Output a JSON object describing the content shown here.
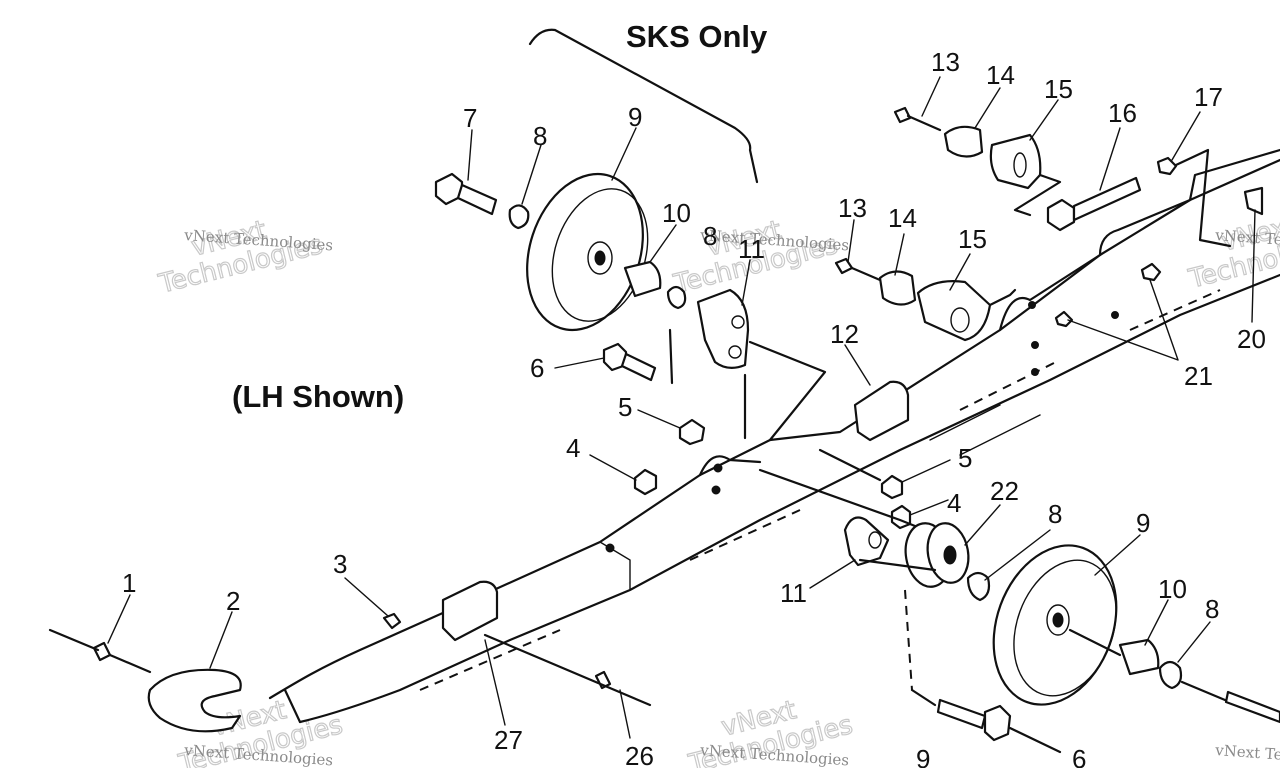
{
  "diagram": {
    "header_label": "SKS Only",
    "side_label": "(LH Shown)",
    "callouts": [
      "1",
      "2",
      "3",
      "4",
      "4",
      "5",
      "5",
      "6",
      "6",
      "7",
      "8",
      "8",
      "8",
      "8",
      "9",
      "9",
      "9",
      "10",
      "10",
      "11",
      "11",
      "12",
      "13",
      "13",
      "14",
      "14",
      "15",
      "15",
      "16",
      "17",
      "20",
      "21",
      "22",
      "26",
      "27"
    ],
    "watermark_line1": "vNext Technologies",
    "watermark_line2": "vNext",
    "watermark_line3": "Technologies"
  }
}
